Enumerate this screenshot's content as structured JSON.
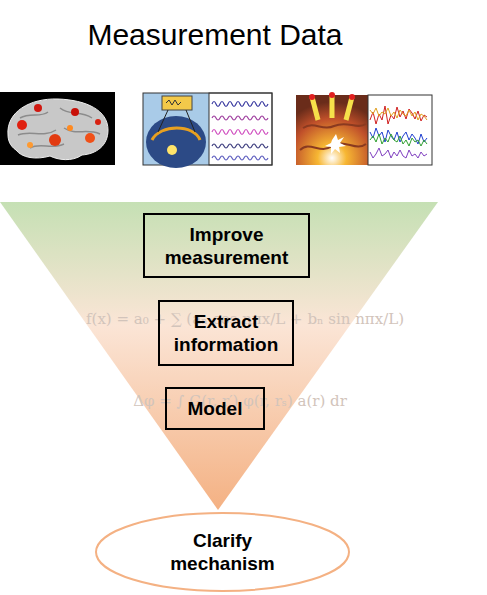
{
  "diagram": {
    "title": "Measurement Data",
    "nodes": [
      {
        "text": [
          "Improve measurement"
        ]
      },
      {
        "text": [
          "Extract information"
        ]
      },
      {
        "text": [
          "Model"
        ]
      },
      {
        "text": [
          "Clarify mechanism"
        ]
      }
    ],
    "labels": [
      "f(x) = a₀ + ∑ (aₙ cos nπx/L + bₙ sin nπx/L)",
      "Δφ = ∫ G(r, r′) φ(r, rₛ) a(r) dr"
    ]
  }
}
